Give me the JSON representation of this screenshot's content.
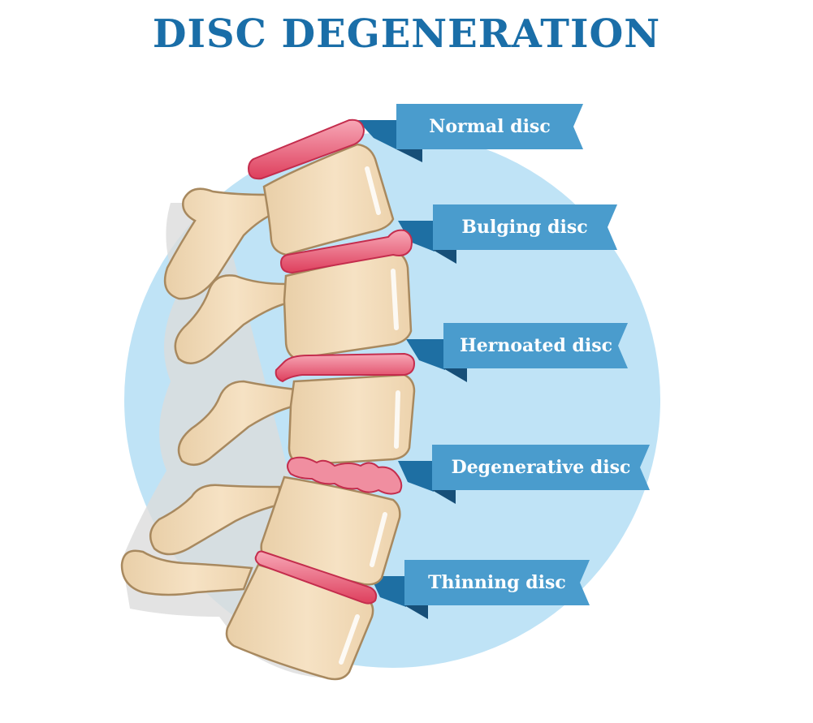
{
  "title": "DISC DEGENERATION",
  "labels": [
    {
      "text": "Normal disc"
    },
    {
      "text": "Bulging disc"
    },
    {
      "text": "Hernoated disc"
    },
    {
      "text": "Degenerative disc"
    },
    {
      "text": "Thinning disc"
    }
  ],
  "colors": {
    "title": "#1a6ea8",
    "circle": "#bfe3f6",
    "bone": "#f3dcbb",
    "bone_outline": "#a8895f",
    "disc": "#e4506b",
    "ribbon": "#4a9ccd",
    "ribbon_dark": "#1e6fa3",
    "shadow": "#dcdcdc"
  }
}
